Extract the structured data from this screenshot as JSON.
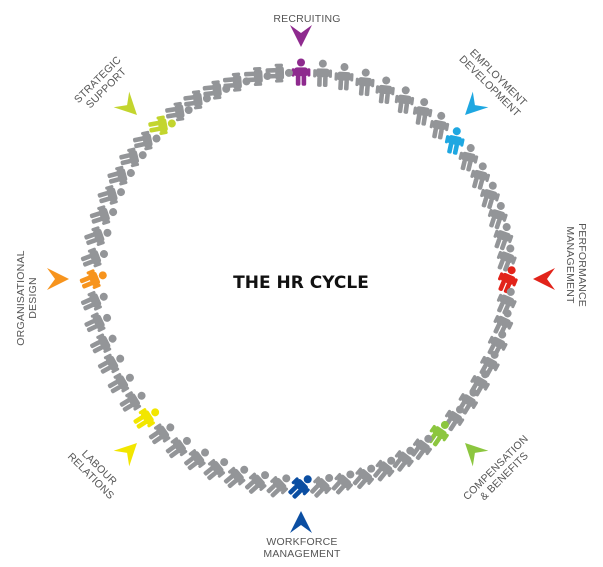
{
  "title": "THE HR CYCLE",
  "figure_count": 60,
  "default_color": "#939598",
  "stages": [
    {
      "id": "recruiting",
      "lines": [
        "RECRUITING"
      ],
      "color": "#8e2a8e"
    },
    {
      "id": "employment-development",
      "lines": [
        "EMPLOYMENT",
        "DEVELOPMENT"
      ],
      "color": "#1ea7e1"
    },
    {
      "id": "performance-management",
      "lines": [
        "PERFORMANCE",
        "MANAGEMENT"
      ],
      "color": "#e2231a"
    },
    {
      "id": "compensation-benefits",
      "lines": [
        "COMPENSATION",
        "& BENEFITS"
      ],
      "color": "#8cc63f"
    },
    {
      "id": "workforce-management",
      "lines": [
        "WORKFORCE",
        "MANAGEMENT"
      ],
      "color": "#0b4ea2"
    },
    {
      "id": "labour-relations",
      "lines": [
        "LABOUR",
        "RELATIONS"
      ],
      "color": "#f2e600"
    },
    {
      "id": "organisational-design",
      "lines": [
        "ORGANISATIONAL",
        "DESIGN"
      ],
      "color": "#f7941d"
    },
    {
      "id": "strategic-support",
      "lines": [
        "STRATEGIC",
        "SUPPORT"
      ],
      "color": "#c3d52e"
    }
  ]
}
